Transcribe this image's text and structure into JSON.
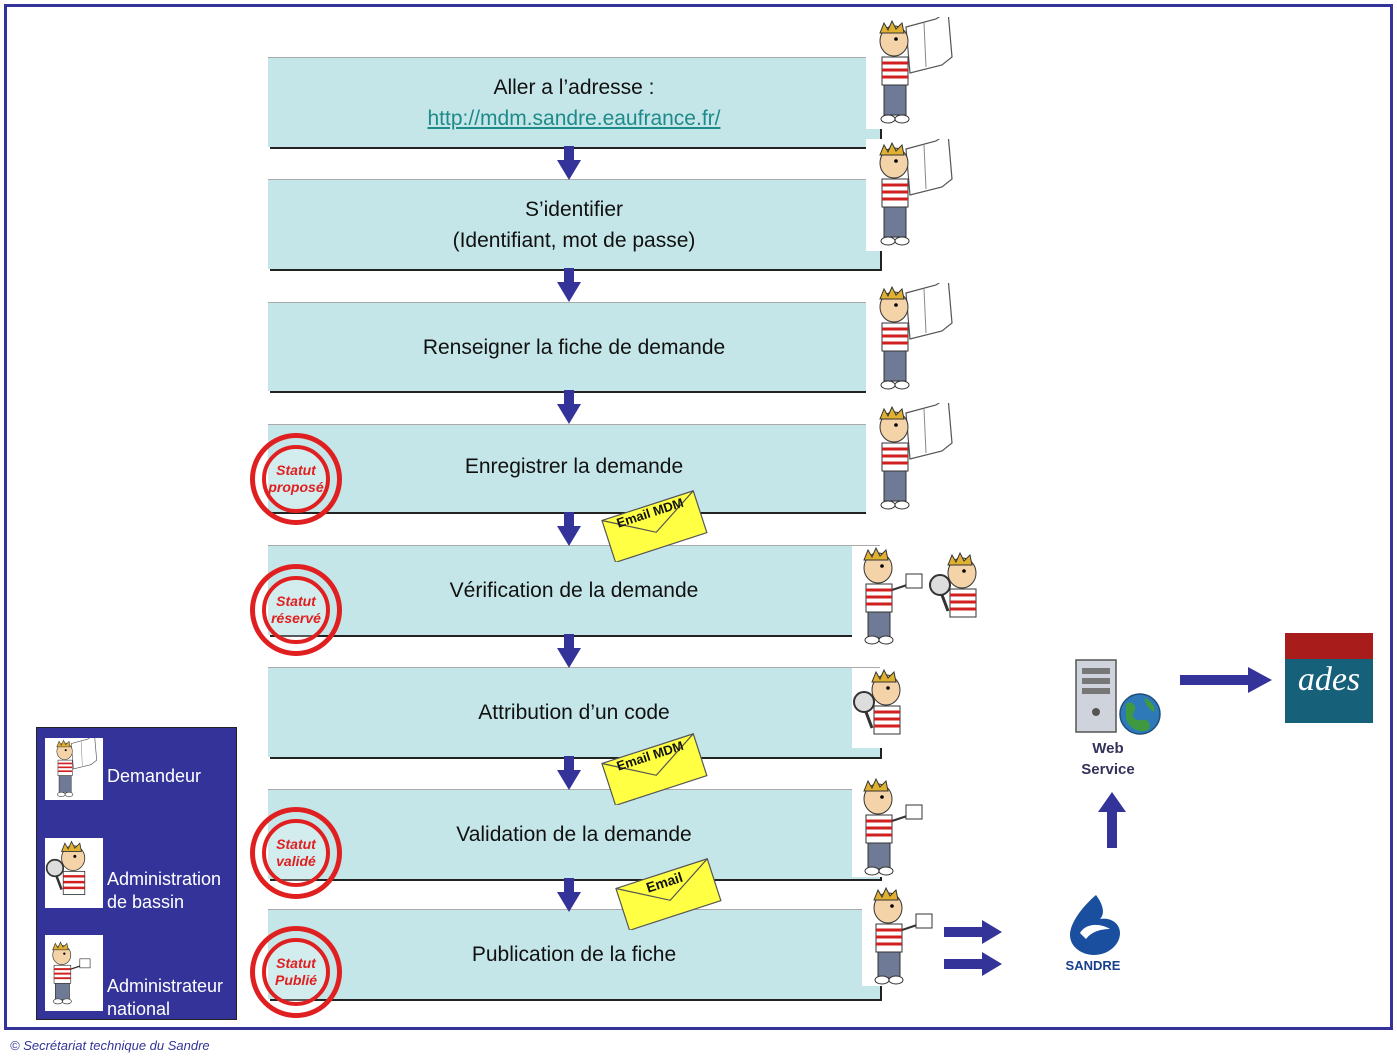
{
  "steps": [
    {
      "line1": "Aller a l’adresse :",
      "link": "http://mdm.sandre.eaufrance.fr/"
    },
    {
      "line1": "S’identifier",
      "line2": "(Identifiant, mot de passe)"
    },
    {
      "line1": "Renseigner la fiche de demande"
    },
    {
      "line1": "Enregistrer la demande"
    },
    {
      "line1": "Vérification de la demande"
    },
    {
      "line1": "Attribution d’un code"
    },
    {
      "line1": "Validation de la demande"
    },
    {
      "line1": "Publication de la fiche"
    }
  ],
  "stamps": [
    {
      "line1": "Statut",
      "line2": "proposé"
    },
    {
      "line1": "Statut",
      "line2": "réservé"
    },
    {
      "line1": "Statut",
      "line2": "validé"
    },
    {
      "line1": "Statut",
      "line2": "Publié"
    }
  ],
  "envelopes": [
    "Email MDM",
    "Email MDM",
    "Email"
  ],
  "legend": {
    "demandeur": "Demandeur",
    "admin_bassin_1": "Administration",
    "admin_bassin_2": "de bassin",
    "admin_national_1": "Administrateur",
    "admin_national_2": "national"
  },
  "web_service": {
    "line1": "Web",
    "line2": "Service"
  },
  "sandre_label": "SANDRE",
  "ades_logo": "ades",
  "footer": "© Secrétariat technique du Sandre",
  "colors": {
    "frame": "#33339a",
    "step_fill": "#c5e6e8",
    "stamp": "#e02020",
    "envelope": "#ffff44",
    "arrow": "#33339a"
  }
}
